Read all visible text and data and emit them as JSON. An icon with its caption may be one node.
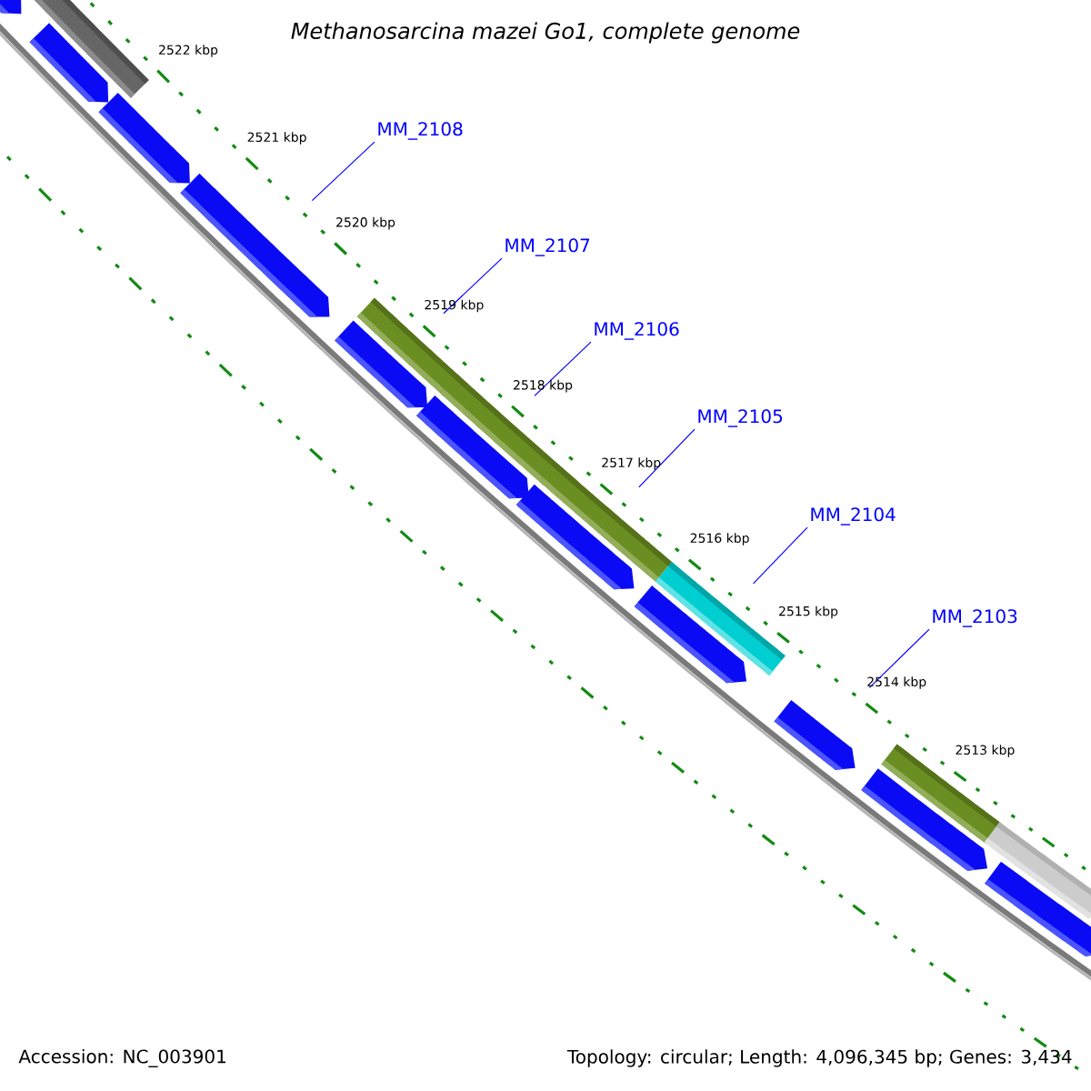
{
  "diagram": {
    "title": "Methanosarcina mazei Go1, complete genome",
    "nodes": [
      {
        "text": [
          "MM_2108"
        ]
      },
      {
        "text": [
          "MM_2107"
        ]
      },
      {
        "text": [
          "MM_2106"
        ]
      },
      {
        "text": [
          "MM_2105"
        ]
      },
      {
        "text": [
          "MM_2104"
        ]
      },
      {
        "text": [
          "MM_2103"
        ]
      },
      {
        "text": [],
        "shape": "pentagon"
      },
      {
        "text": [],
        "shape": "bar"
      },
      {
        "text": [],
        "shape": "pentagon"
      },
      {
        "text": [],
        "shape": "pentagon"
      },
      {
        "text": [],
        "shape": "pentagon"
      },
      {
        "text": [],
        "shape": "bar"
      },
      {
        "text": [],
        "shape": "pentagon"
      },
      {
        "text": [],
        "shape": "bar"
      },
      {
        "text": [],
        "shape": "pentagon"
      },
      {
        "text": [],
        "shape": "pentagon"
      },
      {
        "text": [],
        "shape": "bar"
      },
      {
        "text": [],
        "shape": "pentagon"
      },
      {
        "text": [],
        "shape": "bar"
      },
      {
        "text": [],
        "shape": "pentagon"
      },
      {
        "text": [],
        "shape": "pentagon"
      },
      {
        "text": [],
        "shape": "bar"
      },
      {
        "text": [],
        "shape": "bar"
      },
      {
        "text": [],
        "shape": "pentagon"
      }
    ],
    "edges": [
      {
        "from": 0,
        "to": 10,
        "arrow": "none"
      },
      {
        "from": 1,
        "to": 11,
        "arrow": "none"
      },
      {
        "from": 2,
        "to": 13,
        "arrow": "none"
      },
      {
        "from": 3,
        "to": 16,
        "arrow": "none"
      },
      {
        "from": 4,
        "to": 18,
        "arrow": "none"
      },
      {
        "from": 5,
        "to": 19,
        "arrow": "none"
      }
    ],
    "labels": [
      "2522 kbp",
      "2521 kbp",
      "2520 kbp",
      "2519 kbp",
      "2518 kbp",
      "2517 kbp",
      "2516 kbp",
      "2515 kbp",
      "2514 kbp",
      "2513 kbp",
      "Accession: NC_003901",
      "Topology: circular; Length: 4,096,345 bp; Genes: 3,434"
    ]
  }
}
